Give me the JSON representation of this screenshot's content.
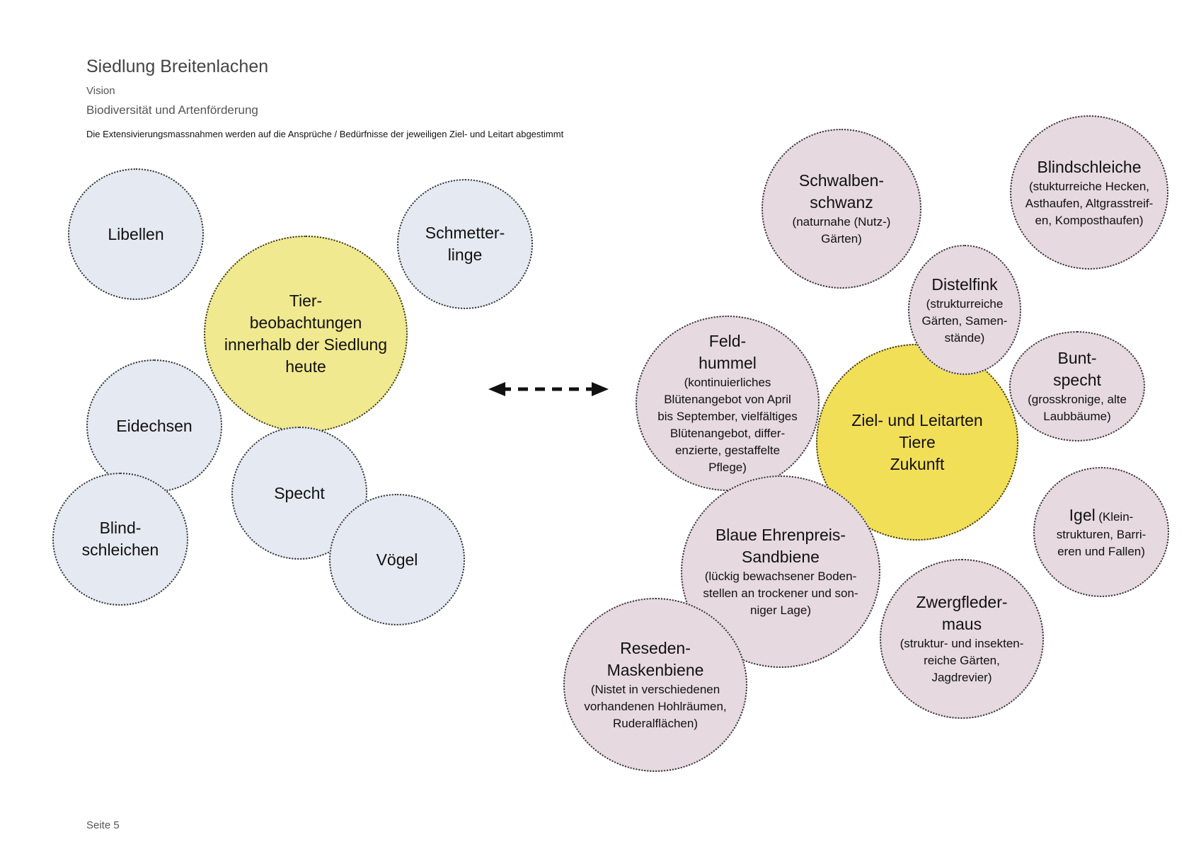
{
  "header": {
    "title": "Siedlung Breitenlachen",
    "subtitle1": "Vision",
    "subtitle2": "Biodiversität und Artenförderung",
    "description": "Die Extensivierungsmassnahmen werden auf die Ansprüche / Bedürfnisse der jeweiligen Ziel- und Leitart abgestimmt"
  },
  "colors": {
    "today_center": "#f0e98f",
    "future_center": "#f2df58",
    "today_bubble": "#e5e9f1",
    "future_bubble": "#e6d9df",
    "outline": "#333333"
  },
  "today": {
    "center": "Tier-\nbeobachtungen\ninnerhalb der Siedlung\nheute",
    "items": [
      "Libellen",
      "Schmetter-\nlinge",
      "Eidechsen",
      "Specht",
      "Blind-\nschleichen",
      "Vögel"
    ]
  },
  "arrow_icon": "double-headed-dashed-arrow",
  "future": {
    "center": "Ziel- und Leitarten\nTiere\nZukunft",
    "items": [
      {
        "name": "Schwalben-\nschwanz",
        "detail": "(naturnahe (Nutz-)\nGärten)"
      },
      {
        "name": "Blindschleiche",
        "detail": "(stukturreiche Hecken,\nAsthaufen, Altgrasstreif-\nen, Komposthaufen)"
      },
      {
        "name": "Distelfink",
        "detail": "(strukturreiche\nGärten, Samen-\nstände)"
      },
      {
        "name": "Feld-\nhummel",
        "detail": "(kontinuierliches\nBlütenangebot von April\nbis September, vielfältiges\nBlütenangebot, differ-\nenzierte, gestaffelte\nPflege)"
      },
      {
        "name": "Bunt-\nspecht",
        "detail": "(grosskronige, alte\nLaubbäume)"
      },
      {
        "name": "Igel",
        "detail": "(Klein-\nstrukturen, Barri-\neren und Fallen)"
      },
      {
        "name": "Blaue Ehrenpreis-\nSandbiene",
        "detail": "(lückig bewachsener Boden-\nstellen an trockener und son-\nniger Lage)"
      },
      {
        "name": "Zwergfleder-\nmaus",
        "detail": "(struktur- und insekten-\nreiche Gärten,\nJagdrevier)"
      },
      {
        "name": "Reseden-\nMaskenbiene",
        "detail": "(Nistet in verschiedenen\nvorhandenen Hohlräumen,\nRuderalflächen)"
      }
    ]
  },
  "footer": "Seite 5"
}
